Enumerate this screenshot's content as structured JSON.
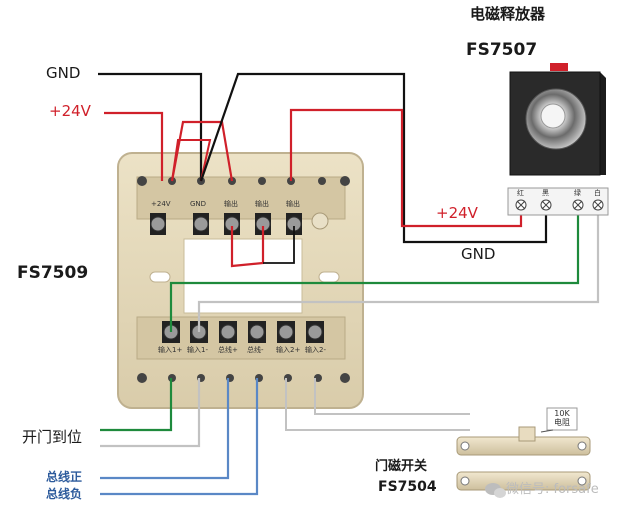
{
  "device_release": {
    "title_cn": "电磁释放器",
    "model": "FS7507",
    "terminals": [
      "红",
      "黑",
      "绿",
      "白"
    ]
  },
  "module": {
    "model": "FS7509",
    "top_labels": [
      "+24V",
      "GND",
      "输出",
      "输出",
      "输出"
    ],
    "bottom_labels": [
      "输入1+",
      "输入1-",
      "总线+",
      "总线-",
      "输入2+",
      "输入2-"
    ]
  },
  "wires": {
    "gnd": "GND",
    "plus24": "+24V",
    "gnd_right": "GND",
    "plus24_right": "+24V",
    "door_in_place": "开门到位",
    "bus_pos": "总线正",
    "bus_neg": "总线负"
  },
  "door_switch": {
    "title_cn": "门磁开关",
    "model": "FS7504",
    "resistor": "10K\n电阻"
  },
  "watermark": "微信号: forsafe",
  "colors": {
    "red": "#d0202a",
    "black": "#111111",
    "green": "#1e8a3c",
    "gray": "#b5b5b5",
    "blue": "#5a88c6",
    "module": "#e3d7b8"
  }
}
